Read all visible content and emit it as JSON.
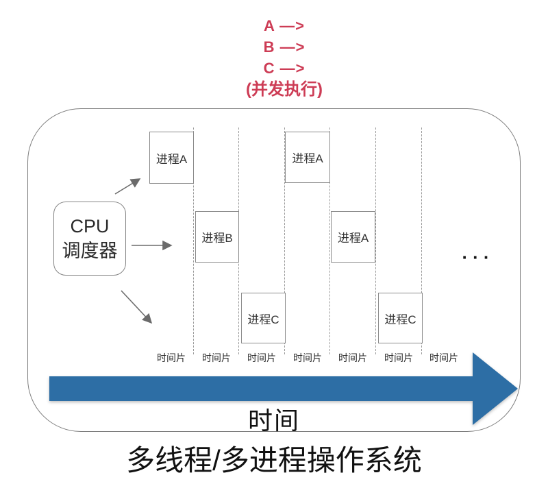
{
  "header": {
    "lines": [
      "A —>",
      "B —>",
      "C —>",
      "(并发执行)"
    ],
    "text_color": "#cd3c55"
  },
  "scheduler": {
    "line1": "CPU",
    "line2": "调度器"
  },
  "grid": {
    "slot_label": "时间片",
    "slot_count": 7,
    "processes": [
      {
        "label": "进程A",
        "column": 1,
        "row": "top"
      },
      {
        "label": "进程B",
        "column": 2,
        "row": "middle"
      },
      {
        "label": "进程C",
        "column": 3,
        "row": "bottom"
      },
      {
        "label": "进程A",
        "column": 4,
        "row": "top"
      },
      {
        "label": "进程A",
        "column": 5,
        "row": "middle"
      },
      {
        "label": "进程C",
        "column": 6,
        "row": "bottom"
      }
    ],
    "ellipsis": "···"
  },
  "timeline": {
    "label": "时间",
    "arrow_color": "#2d6ea5"
  },
  "caption": "多线程/多进程操作系统"
}
